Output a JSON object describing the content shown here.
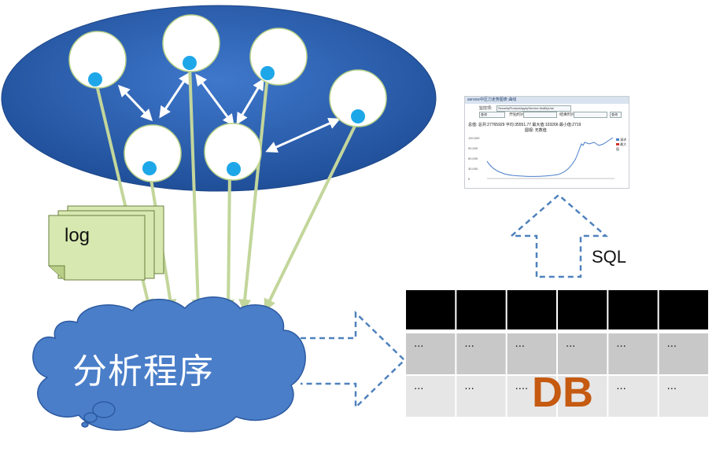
{
  "labels": {
    "log": "log",
    "cloud": "分析程序",
    "sql": "SQL",
    "db": "DB"
  },
  "colors": {
    "ellipse": "#2e63b8",
    "node_fill": "#ffffff",
    "node_dot": "#1ea7e8",
    "green_arrow": "#c3d69b",
    "cloud": "#4a7ec9",
    "dashed_arrow": "#4f81bd",
    "db_header": "#000000",
    "db_row1": "#c8c8c8",
    "db_row2": "#e6e6e6",
    "db_text": "#c55a11",
    "log_fill": "#d7e8b0"
  },
  "db_table": {
    "columns": 6,
    "rows": [
      [
        "...",
        "...",
        "...",
        "...",
        "...",
        "..."
      ],
      [
        "...",
        "...",
        "....",
        "",
        "...",
        "..."
      ]
    ]
  },
  "mini_chart": {
    "title": "service中压力走势图表 曲线",
    "toolbar": {
      "label1": "监控项:",
      "select1": "SecurityProductApplyService.findByUse",
      "label2": "开始时间:",
      "label3": "结束时间:",
      "select0": "查询",
      "button": "查询"
    },
    "stats": "总值: 总共:27765929  平均:35551.77  最大值:103266  最小值:2719",
    "subtitle": "圆视: 无数值",
    "y_ticks": [
      "120,000",
      "90,000",
      "60,000",
      "30,000",
      "0"
    ],
    "legend": [
      "请求",
      "最大值"
    ]
  }
}
